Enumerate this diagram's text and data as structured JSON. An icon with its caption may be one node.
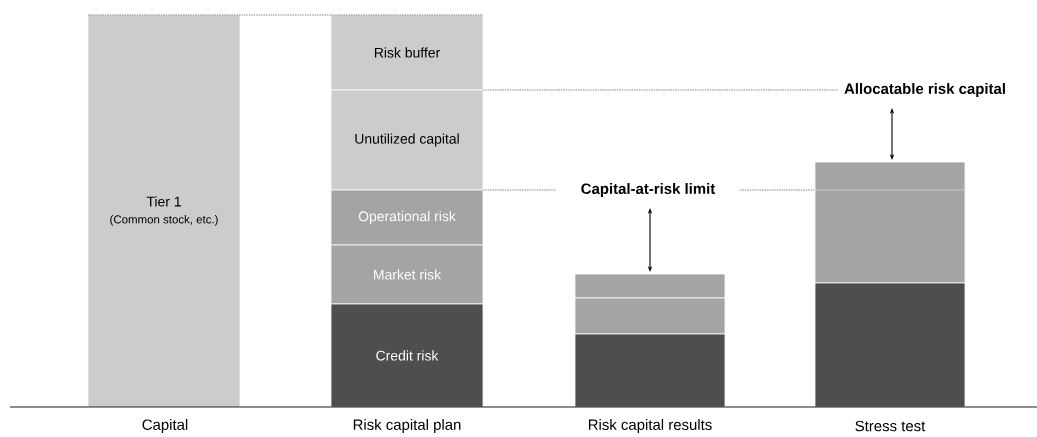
{
  "diagram": {
    "nodes": [
      {
        "text": [
          "Tier 1",
          "(Common stock, etc.)"
        ]
      },
      {
        "text": [
          "Risk buffer"
        ]
      },
      {
        "text": [
          "Unutilized capital"
        ]
      },
      {
        "text": [
          "Operational risk"
        ]
      },
      {
        "text": [
          "Market risk"
        ]
      },
      {
        "text": [
          "Credit risk"
        ]
      },
      {
        "text": [],
        "shape": "box"
      },
      {
        "text": [],
        "shape": "box"
      },
      {
        "text": [],
        "shape": "box"
      },
      {
        "text": [],
        "shape": "box"
      },
      {
        "text": [],
        "shape": "box"
      }
    ],
    "labels": [
      "Allocatable risk capital",
      "Capital-at-risk limit",
      "Capital",
      "Risk capital plan",
      "Risk capital results",
      "Stress test"
    ]
  }
}
